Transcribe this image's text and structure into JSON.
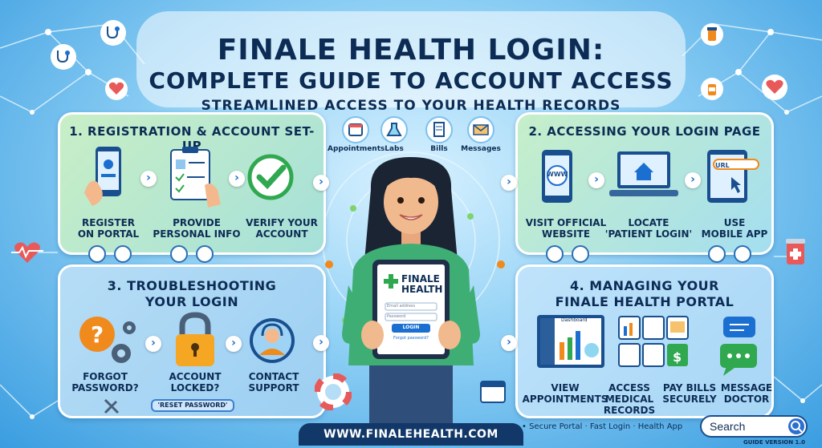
{
  "header": {
    "title_line1": "FINALE HEALTH LOGIN:",
    "title_line2": "COMPLETE GUIDE TO ACCOUNT ACCESS",
    "subtitle": "STREAMLINED ACCESS TO YOUR HEALTH RECORDS"
  },
  "features": [
    {
      "label": "Appointments",
      "icon": "calendar-icon"
    },
    {
      "label": "Labs",
      "icon": "flask-icon"
    },
    {
      "label": "Bills",
      "icon": "receipt-icon"
    },
    {
      "label": "Messages",
      "icon": "envelope-icon"
    }
  ],
  "section1": {
    "title": "1. REGISTRATION & ACCOUNT SET-UP",
    "steps": [
      {
        "line1": "REGISTER",
        "line2": "ON PORTAL"
      },
      {
        "line1": "PROVIDE",
        "line2": "PERSONAL INFO"
      },
      {
        "line1": "VERIFY YOUR",
        "line2": "ACCOUNT"
      }
    ]
  },
  "section2": {
    "title": "2. ACCESSING YOUR LOGIN PAGE",
    "steps": [
      {
        "line1": "VISIT OFFICIAL",
        "line2": "WEBSITE"
      },
      {
        "line1": "LOCATE",
        "line2": "'PATIENT LOGIN'"
      },
      {
        "line1": "USE",
        "line2": "MOBILE APP"
      }
    ],
    "www_text": "WWW",
    "url_text": "URL"
  },
  "section3": {
    "title_line1": "3. TROUBLESHOOTING",
    "title_line2": "YOUR LOGIN",
    "steps": [
      {
        "line1": "FORGOT",
        "line2": "PASSWORD?"
      },
      {
        "line1": "ACCOUNT",
        "line2": "LOCKED?"
      },
      {
        "line1": "CONTACT",
        "line2": "SUPPORT"
      }
    ],
    "reset_button": "'RESET PASSWORD'"
  },
  "section4": {
    "title_line1": "4. MANAGING YOUR",
    "title_line2": "FINALE HEALTH PORTAL",
    "steps": [
      {
        "line1": "VIEW",
        "line2": "APPOINTMENTS"
      },
      {
        "line1": "ACCESS",
        "line2": "MEDICAL",
        "line3": "RECORDS"
      },
      {
        "line1": "PAY BILLS",
        "line2": "SECURELY"
      },
      {
        "line1": "MESSAGE",
        "line2": "DOCTOR"
      }
    ],
    "dashboard_label": "Dashboard"
  },
  "tablet": {
    "brand_line1": "FINALE",
    "brand_line2": "HEALTH",
    "email_placeholder": "Email address",
    "password_placeholder": "Password",
    "login_button": "LOGIN",
    "forgot_link": "Forgot password?"
  },
  "footer": {
    "url": "WWW.FINALEHEALTH.COM",
    "tagline": "• Secure Portal · Fast Login · Health App",
    "search_placeholder": "Search",
    "version": "GUIDE VERSION 1.0"
  },
  "colors": {
    "navy": "#0d2c55",
    "accent_blue": "#1a6fd1",
    "green_check": "#2fa84f",
    "orange": "#f08a1c"
  }
}
